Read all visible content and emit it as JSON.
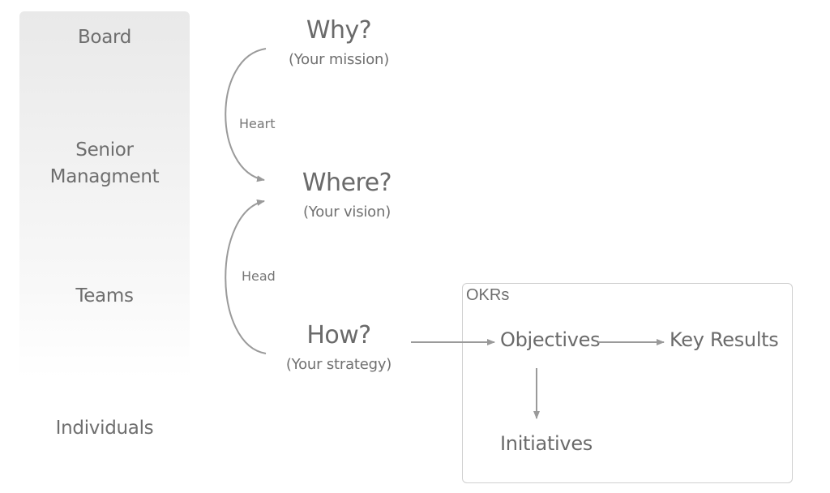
{
  "levels": {
    "board": "Board",
    "senior_line1": "Senior",
    "senior_line2": "Managment",
    "teams": "Teams",
    "individuals": "Individuals"
  },
  "questions": {
    "why": {
      "title": "Why?",
      "subtitle": "(Your mission)"
    },
    "where": {
      "title": "Where?",
      "subtitle": "(Your vision)"
    },
    "how": {
      "title": "How?",
      "subtitle": "(Your strategy)"
    }
  },
  "connectors": {
    "heart": "Heart",
    "head": "Head"
  },
  "okrs": {
    "title": "OKRs",
    "objectives": "Objectives",
    "key_results": "Key Results",
    "initiatives": "Initiatives"
  },
  "colors": {
    "arrow": "#9a9a9a",
    "text": "#6b6b6b",
    "box_border": "#cfcfcf"
  }
}
